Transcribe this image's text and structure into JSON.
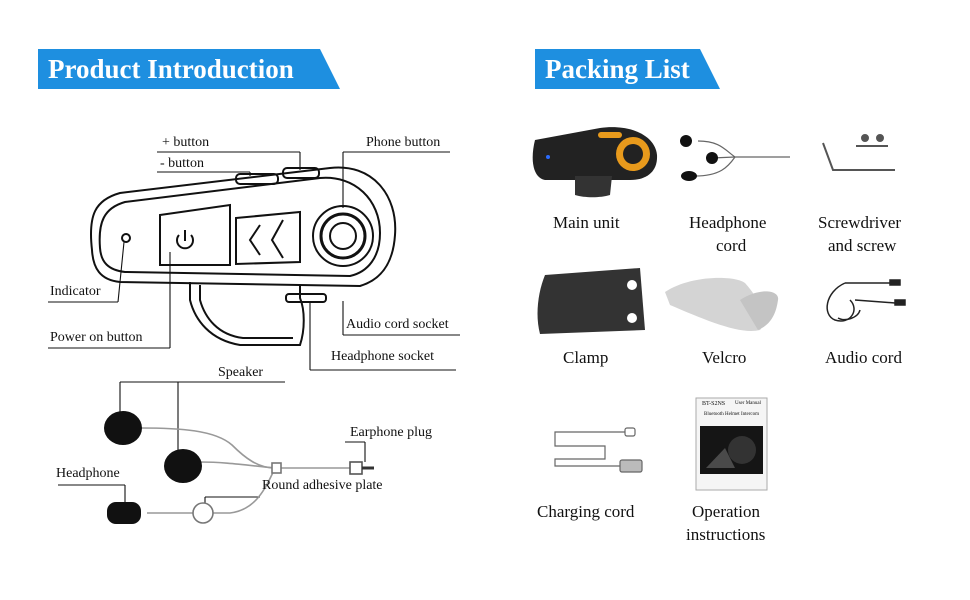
{
  "banners": {
    "product_intro": "Product Introduction",
    "packing_list": "Packing List"
  },
  "colors": {
    "banner": "#1e8fe0",
    "accent_orange": "#e89a1c"
  },
  "diagram": {
    "plus_button": "+ button",
    "minus_button": "- button",
    "phone_button": "Phone button",
    "indicator": "Indicator",
    "power_on_button": "Power on button",
    "audio_cord_socket": "Audio cord socket",
    "headphone_socket": "Headphone socket",
    "speaker": "Speaker",
    "earphone_plug": "Earphone plug",
    "headphone": "Headphone",
    "round_adhesive_plate": "Round adhesive plate"
  },
  "packing": {
    "main_unit": "Main unit",
    "headphone_cord_1": "Headphone",
    "headphone_cord_2": "cord",
    "screwdriver_1": "Screwdriver",
    "screwdriver_2": "and screw",
    "clamp": "Clamp",
    "velcro": "Velcro",
    "audio_cord": "Audio cord",
    "charging_cord": "Charging cord",
    "operation_1": "Operation",
    "operation_2": "instructions",
    "manual_title": "BT-S2NS",
    "manual_sub": "User Manual",
    "manual_caption": "Bluetooth Helmet Intercom"
  }
}
